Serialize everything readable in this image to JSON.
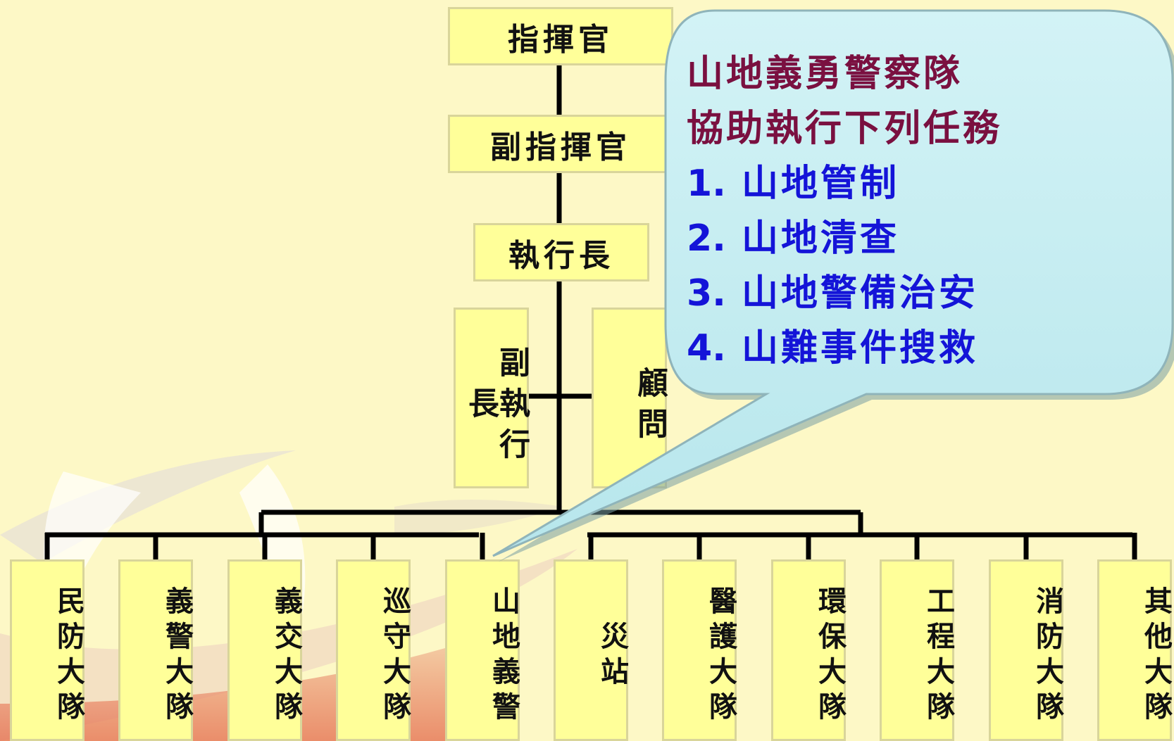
{
  "chart": {
    "commander": "指揮官",
    "deputy_commander": "副指揮官",
    "executive": "執行長",
    "deputy_executive": "副執行長",
    "advisor": "顧問",
    "units": [
      "民防大隊",
      "義警大隊",
      "義交大隊",
      "巡守大隊",
      "山地義警",
      "災站",
      "醫護大隊",
      "環保大隊",
      "工程大隊",
      "消防大隊",
      "其他大隊"
    ]
  },
  "callout": {
    "heading_line1": "山地義勇警察隊",
    "heading_line2": "協助執行下列任務",
    "tasks": [
      {
        "num": "1.",
        "text": "山地管制"
      },
      {
        "num": "2.",
        "text": "山地清查"
      },
      {
        "num": "3.",
        "text": "山地警備治安"
      },
      {
        "num": "4.",
        "text": "山難事件搜救"
      }
    ]
  },
  "colors": {
    "background": "#fdf8c6",
    "box_fill": "#ffff99",
    "callout_fill": "#c5eef2",
    "callout_heading": "#7a1040",
    "callout_tasks": "#1414d8",
    "connector": "#000000"
  }
}
